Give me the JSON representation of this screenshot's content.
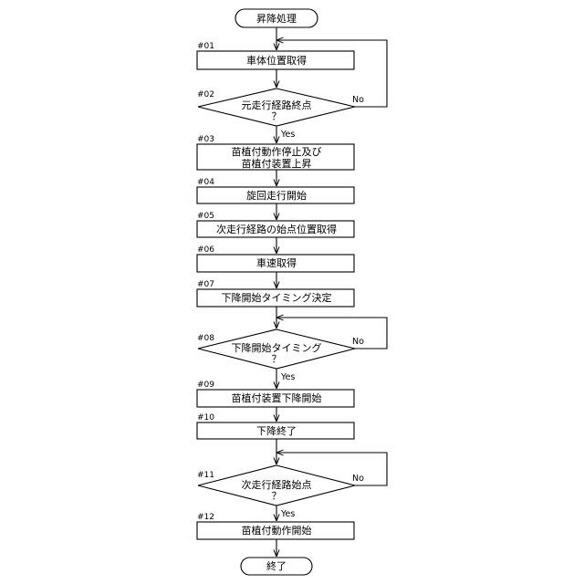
{
  "flowchart": {
    "start": "昇降処理",
    "end": "終了",
    "steps": [
      {
        "id": "#01",
        "lines": [
          "車体位置取得"
        ]
      },
      {
        "id": "#02",
        "lines": [
          "元走行経路終点",
          "？"
        ],
        "yes": "Yes",
        "no": "No"
      },
      {
        "id": "#03",
        "lines": [
          "苗植付動作停止及び",
          "苗植付装置上昇"
        ]
      },
      {
        "id": "#04",
        "lines": [
          "旋回走行開始"
        ]
      },
      {
        "id": "#05",
        "lines": [
          "次走行経路の始点位置取得"
        ]
      },
      {
        "id": "#06",
        "lines": [
          "車速取得"
        ]
      },
      {
        "id": "#07",
        "lines": [
          "下降開始タイミング決定"
        ]
      },
      {
        "id": "#08",
        "lines": [
          "下降開始タイミング",
          "？"
        ],
        "yes": "Yes",
        "no": "No"
      },
      {
        "id": "#09",
        "lines": [
          "苗植付装置下降開始"
        ]
      },
      {
        "id": "#10",
        "lines": [
          "下降終了"
        ]
      },
      {
        "id": "#11",
        "lines": [
          "次走行経路始点",
          "？"
        ],
        "yes": "Yes",
        "no": "No"
      },
      {
        "id": "#12",
        "lines": [
          "苗植付動作開始"
        ]
      }
    ]
  }
}
